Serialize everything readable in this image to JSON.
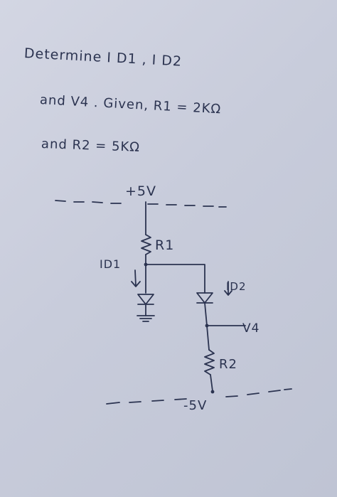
{
  "problem": {
    "line1": "Determine  I D1 ,  I D2",
    "line2": "and  V4 .  Given,  R1 = 2KΩ",
    "line3": "and  R2 =  5KΩ"
  },
  "circuit": {
    "supply_positive": "+5V",
    "supply_negative": "-5V",
    "resistor_1": "R1",
    "resistor_2": "R2",
    "current_1": "ID1",
    "current_2": "ID2",
    "output_node": "V4"
  },
  "colors": {
    "ink": "#2b3350",
    "paper": "#c9cddc"
  }
}
